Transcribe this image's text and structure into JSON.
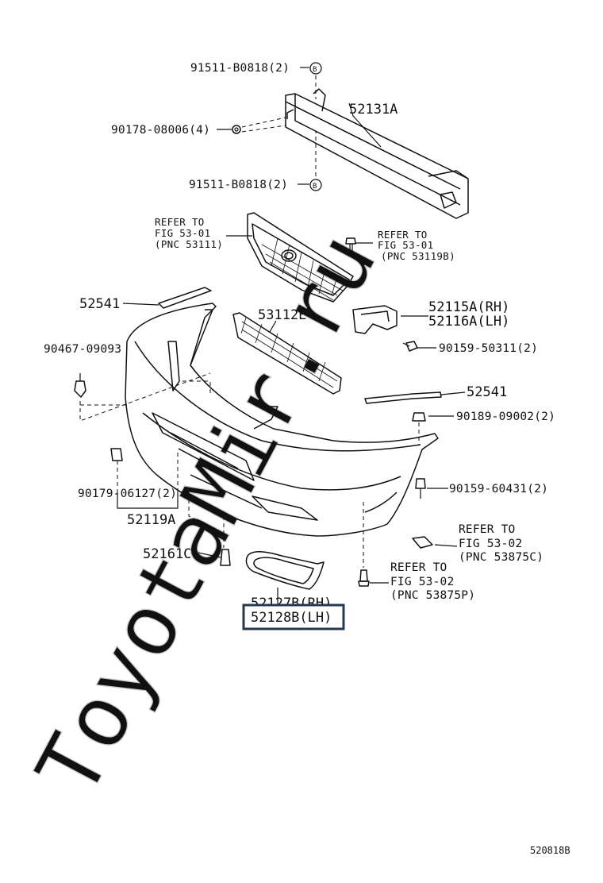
{
  "diagram_id": "520818B",
  "watermark": "ToyotaMir.ru",
  "callouts": {
    "c1": {
      "text": "91511-B0818(2)",
      "symbol": "B"
    },
    "c2": {
      "text": "52131A"
    },
    "c3": {
      "text": "90178-08006(4)"
    },
    "c4": {
      "text": "91511-B0818(2)",
      "symbol": "B"
    },
    "c5": {
      "line1": "REFER TO",
      "line2": "FIG 53-01",
      "line3": "(PNC 53111)"
    },
    "c6": {
      "line1": "REFER TO",
      "line2": "FIG 53-01",
      "line3": "(PNC 53119B)"
    },
    "c7": {
      "text": "52541"
    },
    "c8": {
      "text": "53112E"
    },
    "c9": {
      "line1": "52115A(RH)",
      "line2": "52116A(LH)"
    },
    "c10": {
      "text": "90467-09093"
    },
    "c11": {
      "text": "90159-50311(2)"
    },
    "c12": {
      "text": "52541"
    },
    "c13": {
      "text": "90189-09002(2)"
    },
    "c14": {
      "text": "90179-06127(2)"
    },
    "c15": {
      "text": "90159-60431(2)"
    },
    "c16": {
      "text": "52119A"
    },
    "c17": {
      "line1": "REFER TO",
      "line2": "FIG 53-02",
      "line3": "(PNC 53875C)"
    },
    "c18": {
      "text": "52161C"
    },
    "c19": {
      "line1": "REFER TO",
      "line2": "FIG 53-02",
      "line3": "(PNC 53875P)"
    },
    "c20": {
      "line1": "52127B(RH)",
      "line2": "52128B(LH)"
    }
  }
}
